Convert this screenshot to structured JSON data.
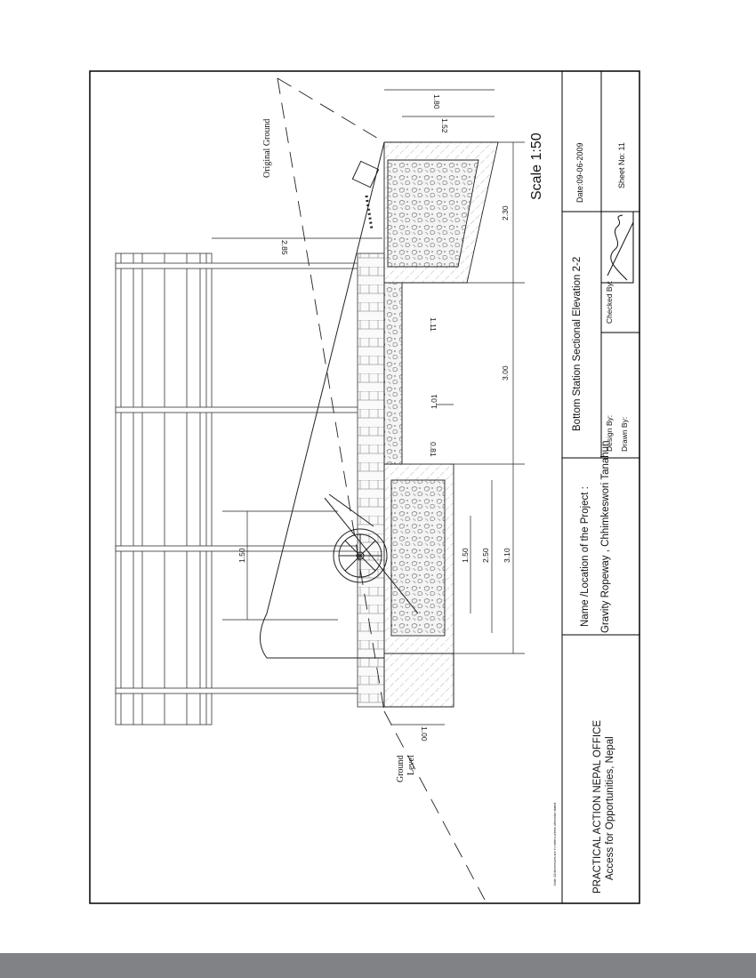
{
  "title_block": {
    "organization": "PRACTICAL ACTION NEPAL OFFICE",
    "organization_subtitle": "Access for Opportunities, Nepal",
    "project_label": "Name /Location of the Project :",
    "project_value": "Gravity Ropeway ,  Chhimkeswori Tanahun",
    "drawing_title": "Bottom Station Sectional Elevation 2-2",
    "design_by": "Design By:",
    "drawn_by": "Drawn By:",
    "checked_by": "Checked  By:",
    "date": "Date:09-06-2009",
    "sheet_no": "Sheet No: 11",
    "signature": "signature"
  },
  "drawing": {
    "scale": "Scale 1:50",
    "note": "Note: All dimensions are in meters unless otherwise stated.",
    "original_ground_label": "Original Ground",
    "ground_label_1": "Ground",
    "ground_label_2": "Level",
    "dimensions": {
      "d180": "1.80",
      "d152": "1.52",
      "d230": "2.30",
      "d285": "2.85",
      "d111": "1.11",
      "d300": "3.00",
      "d101": "1.01",
      "d081": "0.81",
      "d150_top": "1.50",
      "d150": "1.50",
      "d250": "2.50",
      "d310": "3.10",
      "d100": "1.00"
    }
  }
}
